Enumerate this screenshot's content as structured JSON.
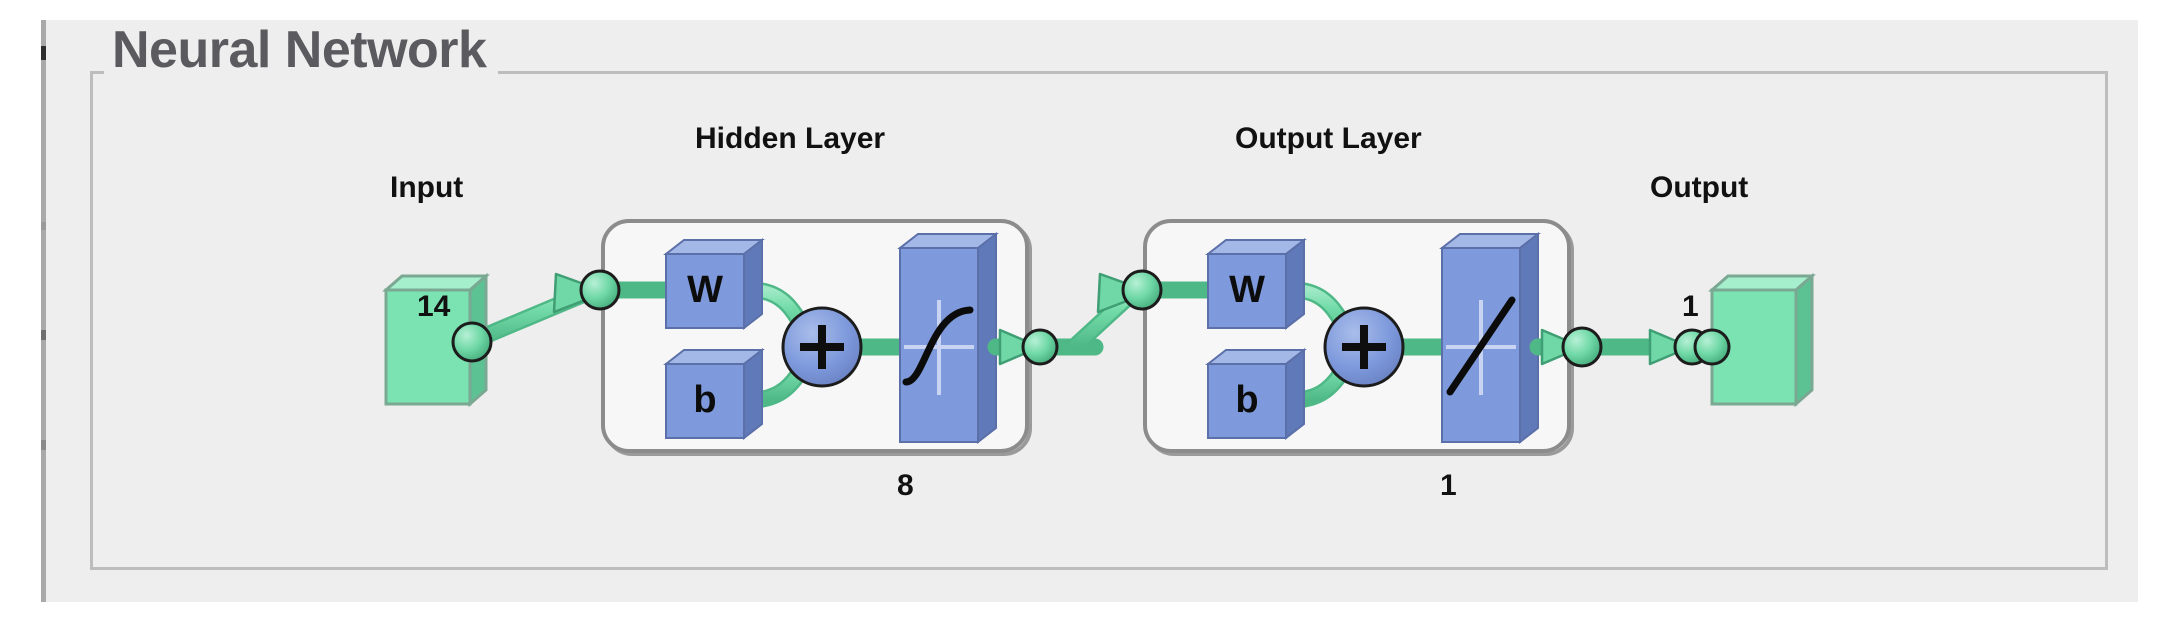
{
  "window": {
    "panel_background": "#efeeee",
    "edge_color": "#a9a9a9"
  },
  "groupbox": {
    "title": "Neural Network",
    "title_color": "#5a5a5f",
    "border_color": "#bdbdbd"
  },
  "diagram": {
    "type": "neural-network-architecture",
    "colors": {
      "io_block_fill": "#7be2b2",
      "io_block_top_bevel": "#a5efcc",
      "io_block_side_bevel": "#5cc294",
      "io_block_border": "#7aa893",
      "weight_block_fill": "#7e9adc",
      "weight_block_top_bevel": "#a4b8e8",
      "weight_block_side_bevel": "#6079b8",
      "weight_block_border": "#5b6fa8",
      "sum_circle_fill": "#7e9adc",
      "link_green": "#6fd8a6",
      "link_green_dark": "#3f9e74",
      "layer_border": "#8c8c8c",
      "layer_fill": "#f7f7f7",
      "label_color": "#111111"
    },
    "input": {
      "label": "Input",
      "size": "14"
    },
    "hidden_layer": {
      "label": "Hidden Layer",
      "size": "8",
      "weight_label": "W",
      "bias_label": "b",
      "sum_symbol": "+",
      "transfer_function": "tansig-sigmoid"
    },
    "output_layer": {
      "label": "Output Layer",
      "size": "1",
      "weight_label": "W",
      "bias_label": "b",
      "sum_symbol": "+",
      "transfer_function": "purelin-linear"
    },
    "output": {
      "label": "Output",
      "size": "1"
    }
  }
}
